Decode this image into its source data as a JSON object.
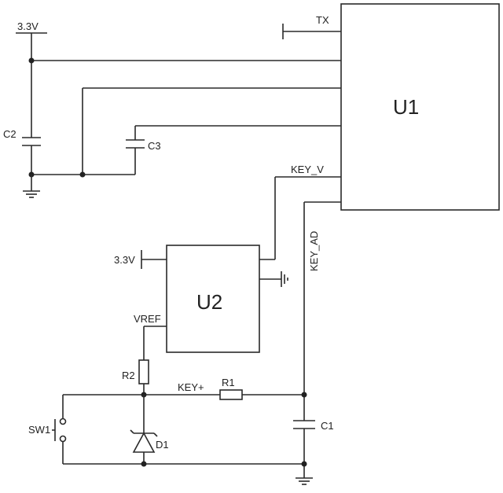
{
  "diagram": {
    "components": {
      "u1": "U1",
      "u2": "U2",
      "c1": "C1",
      "c2": "C2",
      "c3": "C3",
      "r1": "R1",
      "r2": "R2",
      "d1": "D1",
      "sw1": "SW1"
    },
    "nets": {
      "tx": "TX",
      "supply_top": "3.3V",
      "supply_u2": "3.3V",
      "key_v": "KEY_V",
      "key_ad": "KEY_AD",
      "vref": "VREF",
      "key_plus": "KEY+"
    },
    "colors": {
      "line": "#2a2a2a",
      "background": "#ffffff"
    }
  }
}
